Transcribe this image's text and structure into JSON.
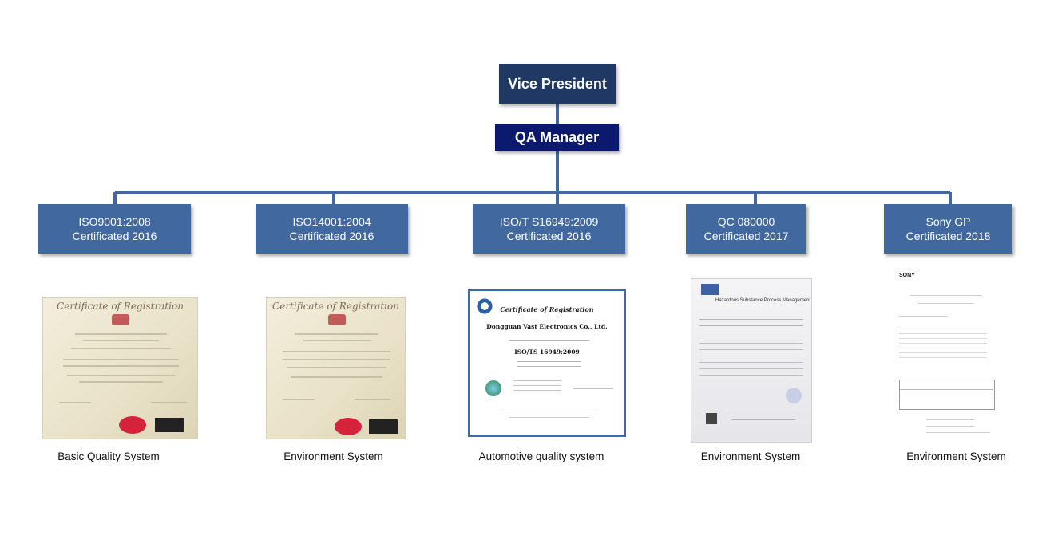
{
  "org": {
    "top": "Vice President",
    "manager": "QA Manager",
    "certs": [
      {
        "line1": "ISO9001:2008",
        "line2": "Certificated 2016",
        "caption": "Basic Quality System"
      },
      {
        "line1": "ISO14001:2004",
        "line2": "Certificated 2016",
        "caption": "Environment System"
      },
      {
        "line1": "ISO/T S16949:2009",
        "line2": "Certificated 2016",
        "caption": "Automotive quality system"
      },
      {
        "line1": "QC 080000",
        "line2": "Certificated 2017",
        "caption": "Environment System"
      },
      {
        "line1": "Sony GP",
        "line2": "Certificated 2018",
        "caption": "Environment System"
      }
    ]
  },
  "docs": {
    "iso9001": {
      "heading": "Certificate of Registration"
    },
    "iso14001": {
      "heading": "Certificate of Registration"
    },
    "ts16949": {
      "heading": "Certificate of Registration",
      "company": "Dongguan Vast Electronics Co., Ltd.",
      "standard": "ISO/TS 16949:2009"
    },
    "qc080000": {
      "heading": "Hazardous Substance Process Management"
    },
    "sony": {
      "brand": "SONY"
    }
  },
  "colors": {
    "top": "#1f3864",
    "manager": "#0b1a6e",
    "cert": "#4169a0",
    "connector": "#4169a0"
  }
}
